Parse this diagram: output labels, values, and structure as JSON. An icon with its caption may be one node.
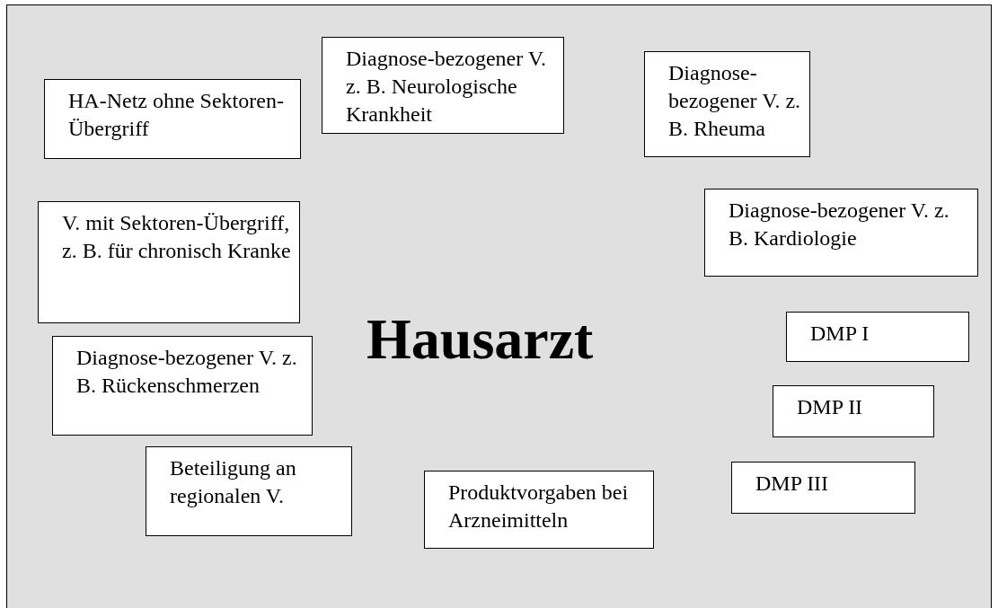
{
  "diagram": {
    "nodes": [
      {
        "text": [
          "Hausarzt"
        ]
      },
      {
        "text": [
          "Diagnose-bezogener V. z. B. Neurologische Krankheit"
        ],
        "in": 0
      },
      {
        "text": [
          "Diagnose-bezogener V. z. B. Rheuma"
        ],
        "in": 0
      },
      {
        "text": [
          "HA-Netz ohne Sektoren-Übergriff"
        ],
        "in": 0
      },
      {
        "text": [
          "Diagnose-bezogener V. z. B. Kardiologie"
        ],
        "in": 0
      },
      {
        "text": [
          "V. mit Sektoren-Übergriff, z. B. für chronisch Kranke"
        ],
        "in": 0
      },
      {
        "text": [
          "DMP I"
        ],
        "in": 0
      },
      {
        "text": [
          "Diagnose-bezogener V. z. B. Rückenschmerzen"
        ],
        "in": 0
      },
      {
        "text": [
          "DMP II"
        ],
        "in": 0
      },
      {
        "text": [
          "Beteiligung an regionalen V."
        ],
        "in": 0
      },
      {
        "text": [
          "DMP III"
        ],
        "in": 0
      },
      {
        "text": [
          "Produktvorgaben bei Arzneimitteln"
        ],
        "in": 0
      }
    ]
  }
}
